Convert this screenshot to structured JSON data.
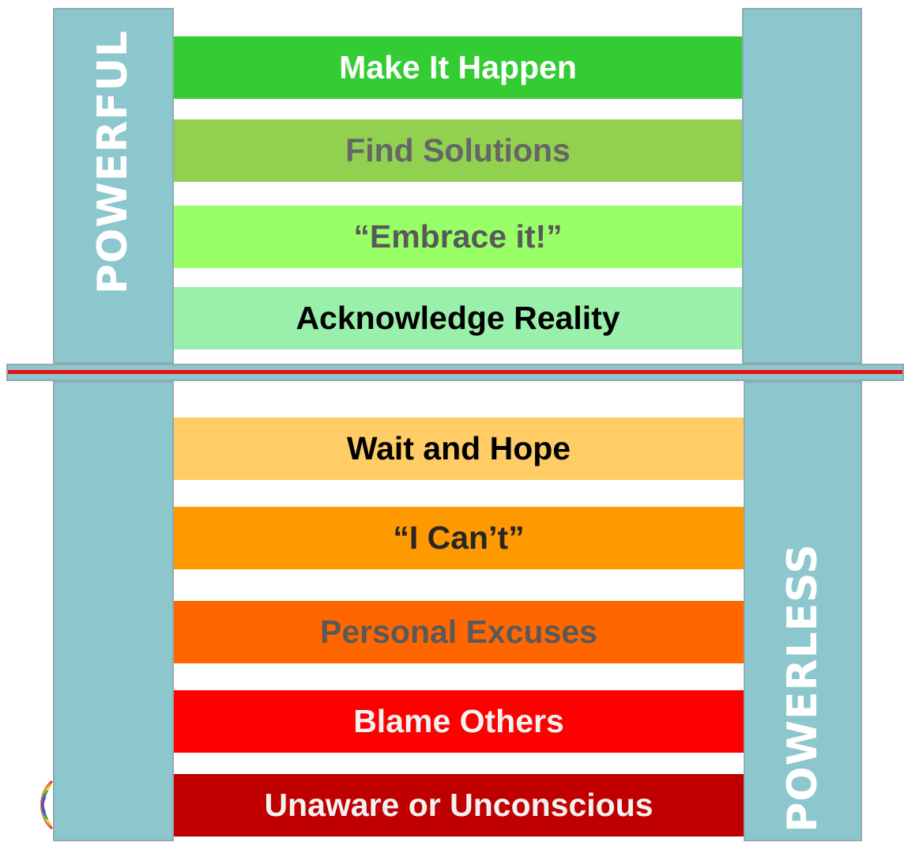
{
  "labels": {
    "top_side": "POWERFUL",
    "bottom_side": "POWERLESS"
  },
  "levels_above": [
    {
      "text": "Make It Happen",
      "bg": "#33cc33",
      "fg": "#ffffff"
    },
    {
      "text": "Find Solutions",
      "bg": "#92d050",
      "fg": "#666666"
    },
    {
      "text": "“Embrace it!”",
      "bg": "#99ff66",
      "fg": "#595959"
    },
    {
      "text": "Acknowledge Reality",
      "bg": "#99f0aa",
      "fg": "#000000"
    }
  ],
  "levels_below": [
    {
      "text": "Wait and Hope",
      "bg": "#ffcc66",
      "fg": "#000000"
    },
    {
      "text": "“I Can’t”",
      "bg": "#ff9900",
      "fg": "#262626"
    },
    {
      "text": "Personal Excuses",
      "bg": "#ff6600",
      "fg": "#595959"
    },
    {
      "text": "Blame Others",
      "bg": "#ff0000",
      "fg": "#f2f2f2"
    },
    {
      "text": "Unaware or Unconscious",
      "bg": "#c00000",
      "fg": "#f2f2f2"
    }
  ],
  "colors": {
    "pillar": "#8dc7ce",
    "pillar_border": "#8faab0",
    "divider_line": "#ee1111"
  }
}
